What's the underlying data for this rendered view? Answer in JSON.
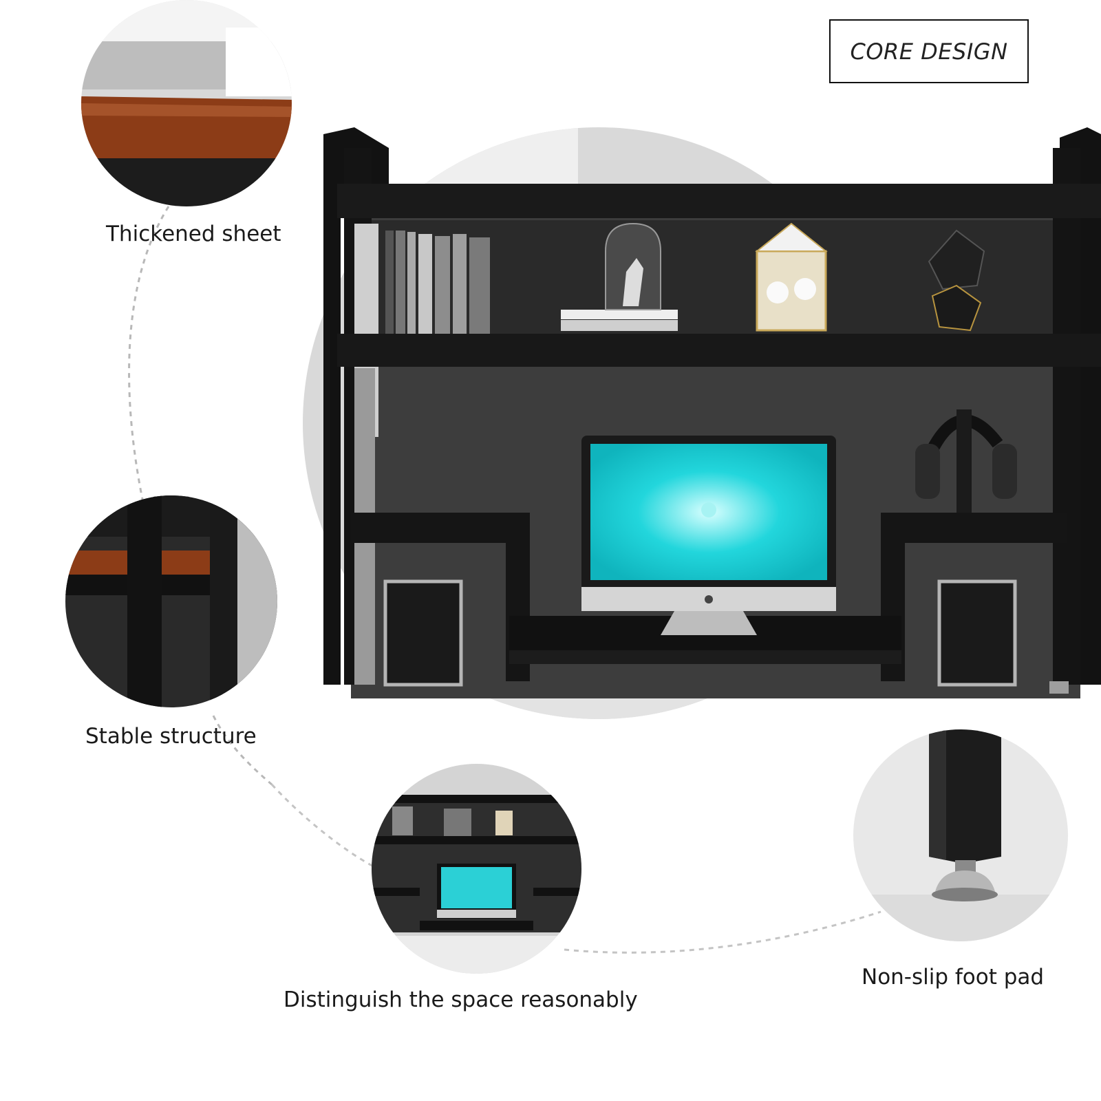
{
  "badge": {
    "text": "CORE DESIGN"
  },
  "features": [
    {
      "label": "Thickened sheet"
    },
    {
      "label": "Stable structure"
    },
    {
      "label": "Distinguish the space reasonably"
    },
    {
      "label": "Non-slip foot pad"
    }
  ],
  "colors": {
    "frame": "#111111",
    "shelf_shadow": "#3a3a3a",
    "wood": "#8a3a14",
    "screen": "#1fd3d9",
    "background": "#ffffff"
  }
}
